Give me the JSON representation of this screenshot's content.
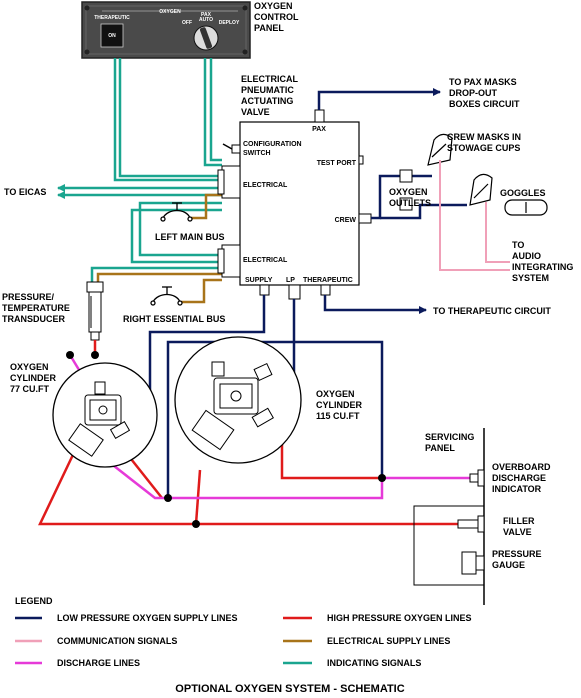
{
  "control_panel": {
    "title": "OXYGEN CONTROL PANEL",
    "title_line1": "OXYGEN",
    "title_line2": "CONTROL",
    "title_line3": "PANEL",
    "header": "OXYGEN",
    "therapeutic_label": "THERAPEUTIC",
    "switch_on_label": "ON",
    "knob_label_top": "PAX",
    "knob_label_auto": "AUTO",
    "knob_label_off": "OFF",
    "knob_label_deploy": "DEPLOY"
  },
  "valve": {
    "title_line1": "ELECTRICAL",
    "title_line2": "PNEUMATIC",
    "title_line3": "ACTUATING",
    "title_line4": "VALVE",
    "pax_port": "PAX",
    "config_switch_line1": "CONFIGURATION",
    "config_switch_line2": "SWITCH",
    "test_port": "TEST PORT",
    "electrical_1": "ELECTRICAL",
    "electrical_2": "ELECTRICAL",
    "crew_port": "CREW",
    "supply_port": "SUPPLY",
    "lp_port": "LP",
    "therapeutic_port": "THERAPEUTIC"
  },
  "destinations": {
    "pax_masks_line1": "TO PAX MASKS",
    "pax_masks_line2": "DROP-OUT",
    "pax_masks_line3": "BOXES CIRCUIT",
    "eicas": "TO EICAS",
    "therapeutic_circuit": "TO THERAPEUTIC CIRCUIT",
    "audio_line1": "TO",
    "audio_line2": "AUDIO",
    "audio_line3": "INTEGRATING",
    "audio_line4": "SYSTEM"
  },
  "crew": {
    "masks_line1": "CREW MASKS IN",
    "masks_line2": "STOWAGE CUPS",
    "outlets_line1": "OXYGEN",
    "outlets_line2": "OUTLETS",
    "goggles": "GOGGLES"
  },
  "buses": {
    "left_main": "LEFT MAIN BUS",
    "right_essential": "RIGHT ESSENTIAL BUS"
  },
  "transducer": {
    "line1": "PRESSURE/",
    "line2": "TEMPERATURE",
    "line3": "TRANSDUCER"
  },
  "cylinders": [
    {
      "line1": "OXYGEN",
      "line2": "CYLINDER",
      "line3": "77 CU.FT"
    },
    {
      "line1": "OXYGEN",
      "line2": "CYLINDER",
      "line3": "115 CU.FT"
    }
  ],
  "servicing": {
    "panel_line1": "SERVICING",
    "panel_line2": "PANEL",
    "overboard_line1": "OVERBOARD",
    "overboard_line2": "DISCHARGE",
    "overboard_line3": "INDICATOR",
    "filler_line1": "FILLER",
    "filler_line2": "VALVE",
    "gauge_line1": "PRESSURE",
    "gauge_line2": "GAUGE"
  },
  "legend": {
    "title": "LEGEND",
    "items": [
      {
        "label": "LOW PRESSURE OXYGEN SUPPLY LINES",
        "color": "#0b1a5c"
      },
      {
        "label": "HIGH PRESSURE OXYGEN LINES",
        "color": "#e01b1b"
      },
      {
        "label": "COMMUNICATION SIGNALS",
        "color": "#f0a0b8"
      },
      {
        "label": "ELECTRICAL SUPPLY LINES",
        "color": "#a8741a"
      },
      {
        "label": "DISCHARGE LINES",
        "color": "#e63ad8"
      },
      {
        "label": "INDICATING SIGNALS",
        "color": "#1aa58f"
      }
    ]
  },
  "footer_title": "OPTIONAL OXYGEN SYSTEM - SCHEMATIC",
  "colors": {
    "low_pressure": "#0b1a5c",
    "high_pressure": "#e01b1b",
    "communication": "#f0a0b8",
    "electrical": "#a8741a",
    "discharge": "#e63ad8",
    "indicating": "#1aa58f",
    "panel": "#4a4a4a"
  }
}
